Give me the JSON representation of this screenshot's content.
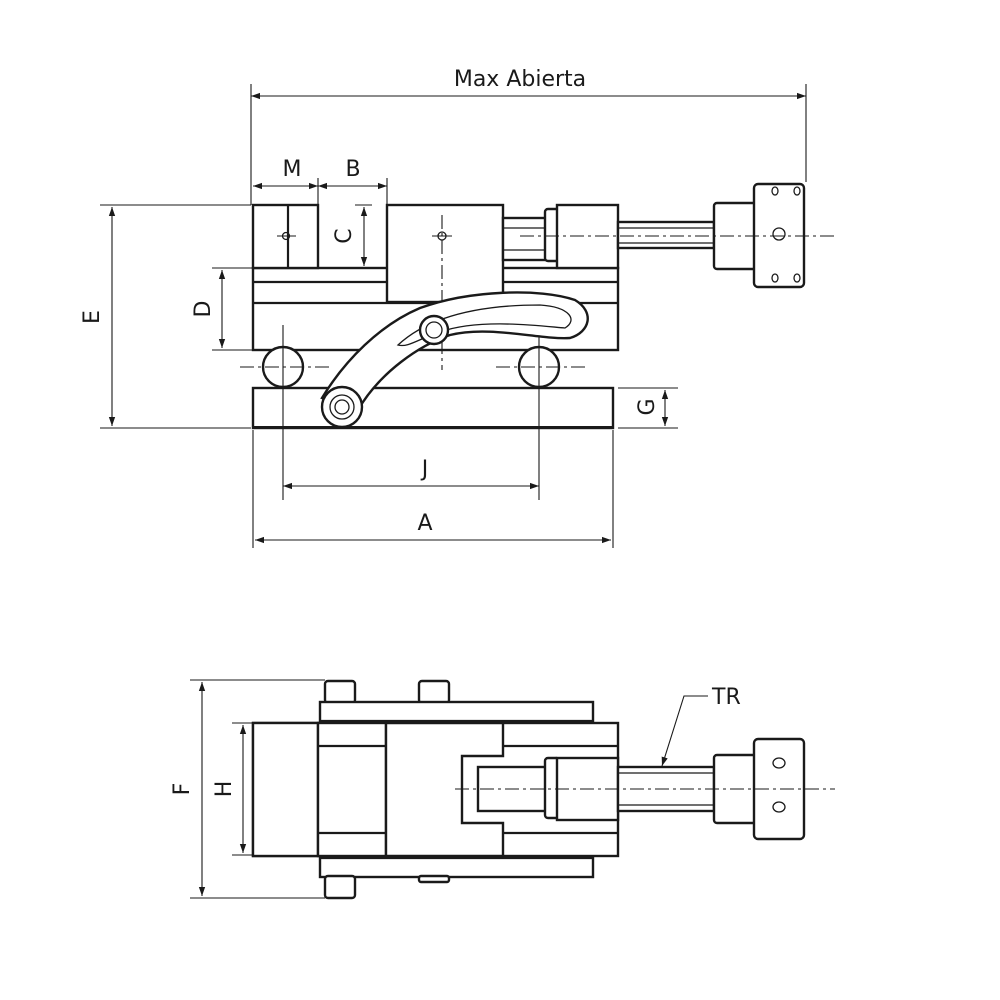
{
  "side_view": {
    "labels": {
      "max_open": "Max Abierta",
      "m": "M",
      "b": "B",
      "c": "C",
      "d": "D",
      "e": "E",
      "g": "G",
      "j": "J",
      "a": "A"
    }
  },
  "top_view": {
    "labels": {
      "f": "F",
      "h": "H",
      "tr": "TR"
    }
  }
}
